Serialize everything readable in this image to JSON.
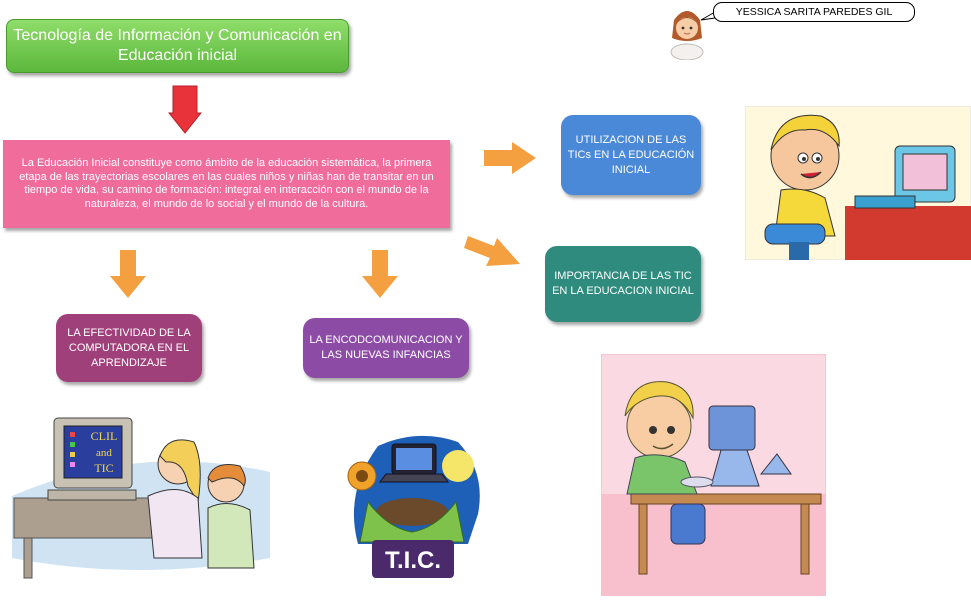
{
  "title": "Tecnología de Información y Comunicación en Educación inicial",
  "author": "YESSICA SARITA PAREDES GIL",
  "main_text": "La Educación Inicial constituye como ámbito de la educación sistemática, la primera etapa de las trayectorias escolares en las cuales niños y niñas han de transitar en un tiempo de vida, su camino de formación: integral en interacción con el mundo de la naturaleza, el mundo de lo social y el mundo de la cultura.",
  "nodes": {
    "utilizacion": "UTILIZACION DE LAS TICs EN LA EDUCACIÓN INICIAL",
    "importancia": "IMPORTANCIA DE LAS TIC EN LA EDUCACION INICIAL",
    "efectividad": "LA EFECTIVIDAD DE LA COMPUTADORA EN EL APRENDIZAJE",
    "encodcomunicacion": "LA ENCODCOMUNICACION Y LAS NUEVAS INFANCIAS"
  },
  "images": {
    "clil_screen_line1": "CLIL",
    "clil_screen_line2": "and",
    "clil_screen_line3": "TIC",
    "tic_logo": "T.I.C."
  },
  "colors": {
    "title_box": "#5cb83c",
    "main_box": "#f06c9b",
    "utilizacion_box": "#4a88d8",
    "importancia_box": "#2e8b7e",
    "efectividad_box": "#a0407a",
    "encod_box": "#8c4ca6",
    "down_arrow_red": "#e8333a",
    "orange_arrow": "#f4a040"
  }
}
